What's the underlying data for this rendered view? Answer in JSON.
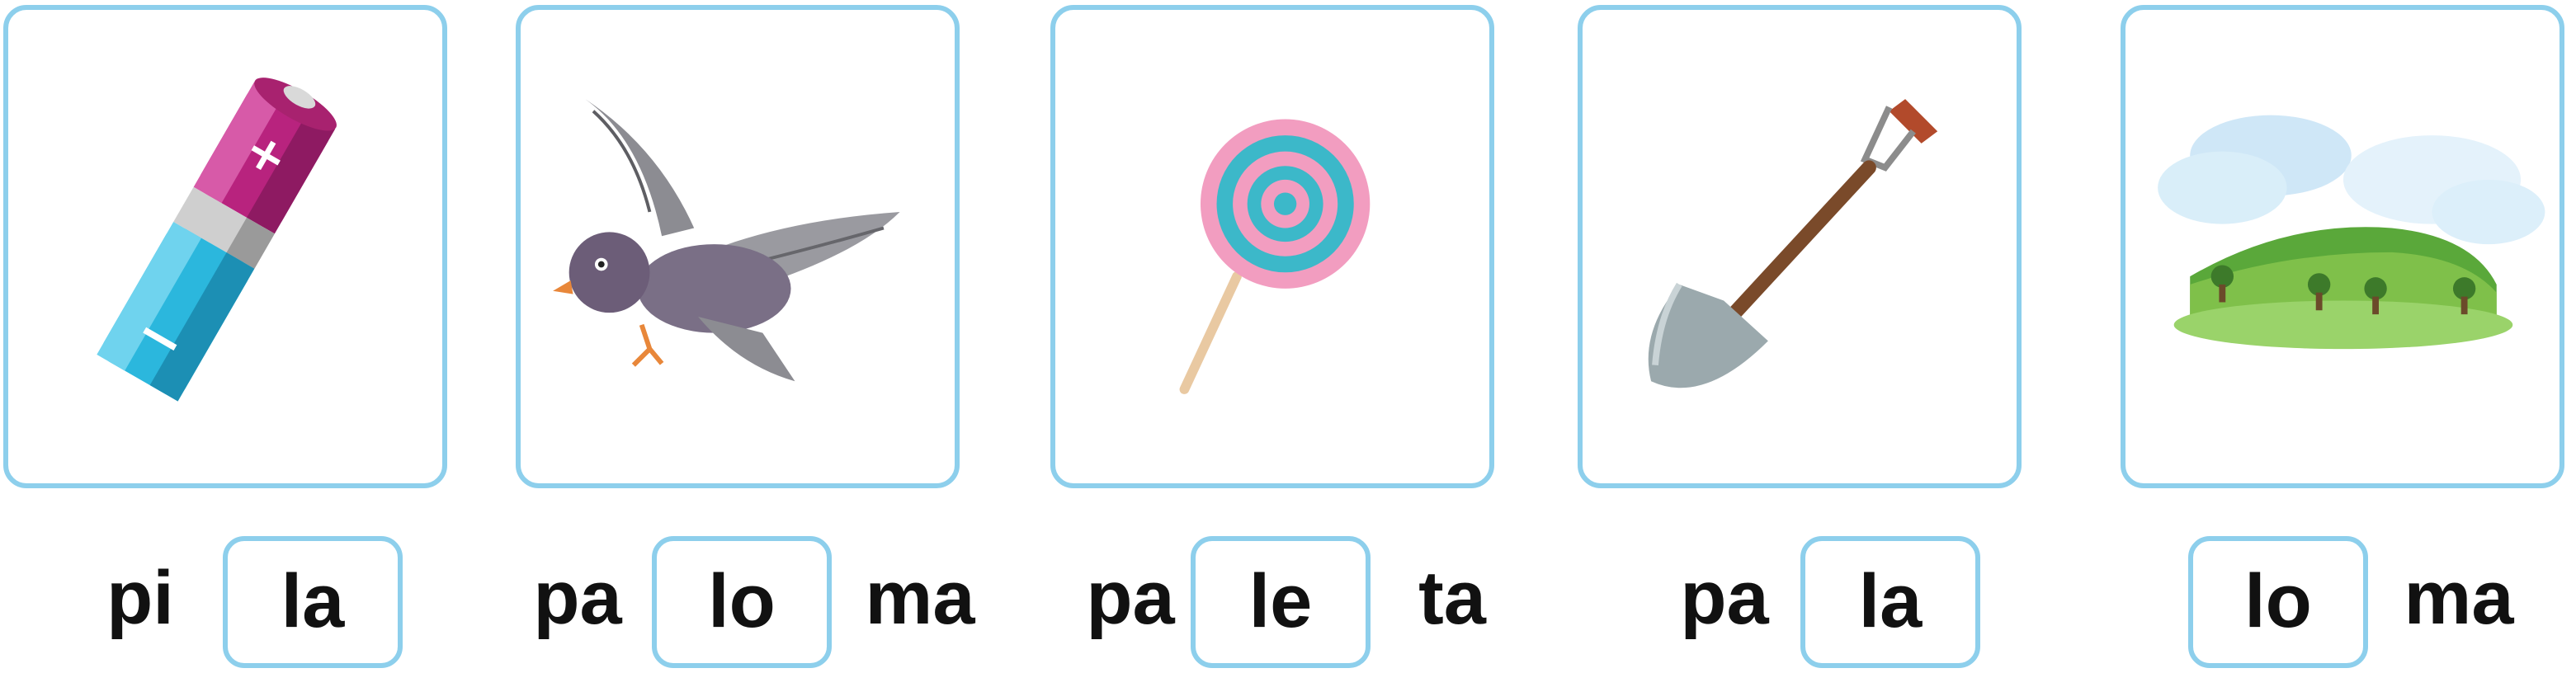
{
  "exercises": [
    {
      "picture": "battery",
      "syllables": [
        "pi",
        "la",
        ""
      ],
      "boxed_index": 1
    },
    {
      "picture": "bird",
      "syllables": [
        "pa",
        "lo",
        "ma"
      ],
      "boxed_index": 1
    },
    {
      "picture": "lollipop",
      "syllables": [
        "pa",
        "le",
        "ta"
      ],
      "boxed_index": 1
    },
    {
      "picture": "shovel",
      "syllables": [
        "pa",
        "la",
        ""
      ],
      "boxed_index": 1
    },
    {
      "picture": "hill",
      "syllables": [
        "",
        "lo",
        "ma"
      ],
      "boxed_index": 1
    }
  ],
  "colors": {
    "card_border": "#8dcfec",
    "text": "#111111"
  }
}
